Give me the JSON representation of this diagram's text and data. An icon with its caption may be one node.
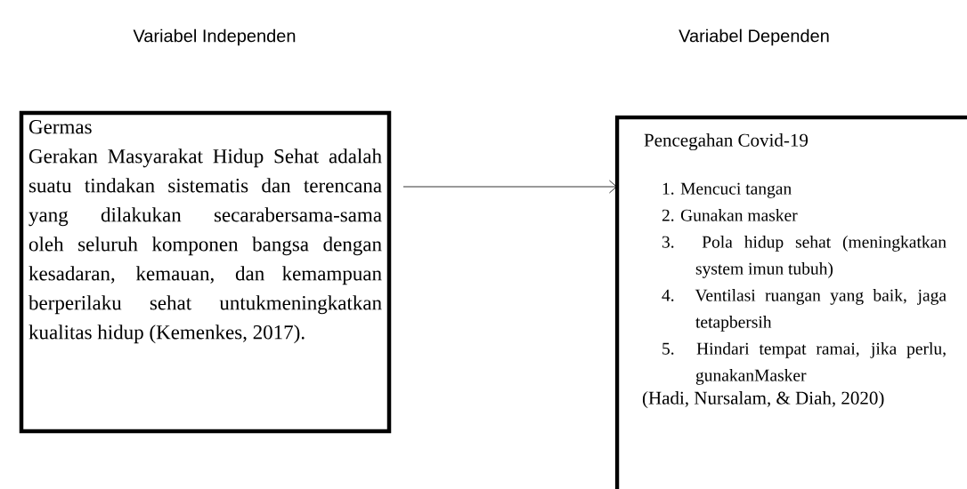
{
  "diagram": {
    "nodes": [
      {
        "text": [
          "Germas",
          "Gerakan Masyarakat Hidup Sehat adalah suatu tindakan sistematis dan terencana yang dilakukan secarabersama-sama oleh seluruh komponen bangsa dengan kesadaran, kemauan, dan kemampuan berperilaku sehat untukmeningkatkan kualitas hidup (Kemenkes, 2017)."
        ]
      },
      {
        "text": [
          "Pencegahan Covid-19",
          "1. Mencuci tangan",
          "2. Gunakan masker",
          "3. Pola hidup sehat (meningkatkan system imun tubuh)",
          "4. Ventilasi ruangan yang baik, jaga tetapbersih",
          "5. Hindari tempat ramai, jika perlu, gunakanMasker",
          "(Hadi, Nursalam, & Diah, 2020)"
        ]
      }
    ],
    "edges": [
      {
        "from": 0,
        "to": 1,
        "arrow": "to"
      }
    ],
    "labels": [
      "Variabel Independen",
      "Variabel Dependen"
    ]
  }
}
